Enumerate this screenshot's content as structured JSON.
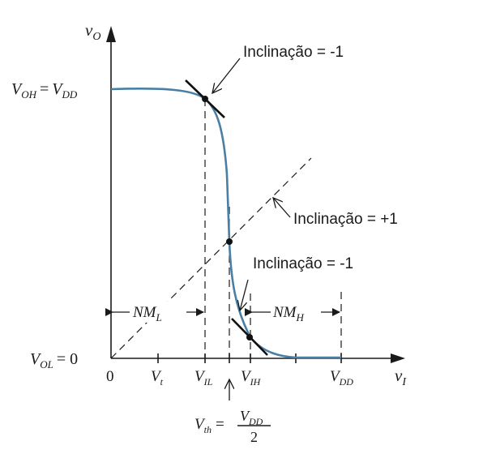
{
  "axes": {
    "y_label": {
      "main": "v",
      "sub": "O"
    },
    "x_label": {
      "main": "v",
      "sub": "I"
    }
  },
  "levels": {
    "voh": {
      "a_main": "V",
      "a_sub": "OH",
      "eq": "=",
      "b_main": "V",
      "b_sub": "DD"
    },
    "vol": {
      "main": "V",
      "sub": "OL",
      "eq": "= 0"
    }
  },
  "ticks": {
    "zero": "0",
    "vt": {
      "main": "V",
      "sub": "t"
    },
    "vil": {
      "main": "V",
      "sub": "IL"
    },
    "vih": {
      "main": "V",
      "sub": "IH"
    },
    "vdd": {
      "main": "V",
      "sub": "DD"
    }
  },
  "margins": {
    "nml": {
      "main": "NM",
      "sub": "L"
    },
    "nmh": {
      "main": "NM",
      "sub": "H"
    }
  },
  "threshold": {
    "lhs": {
      "main": "V",
      "sub": "th",
      "eq": "="
    },
    "num": {
      "main": "V",
      "sub": "DD"
    },
    "den": "2"
  },
  "annotations": {
    "slope_top": "Inclinação = -1",
    "slope_mid": "Inclinação = +1",
    "slope_bottom": "Inclinação = -1"
  },
  "colors": {
    "curve": "#4a7fa5",
    "ink": "#1a1a1a"
  }
}
